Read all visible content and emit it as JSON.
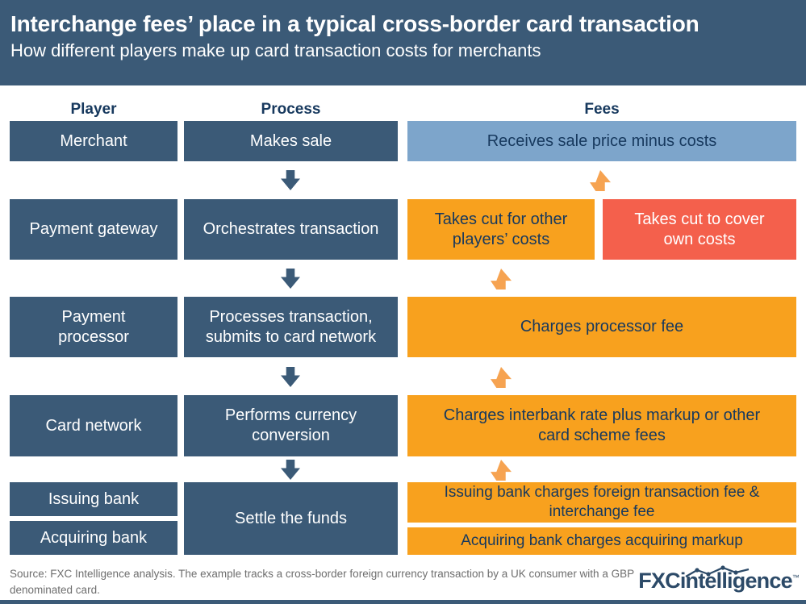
{
  "header": {
    "title": "Interchange fees’ place in a typical cross-border card transaction",
    "subtitle": "How different players make up card transaction costs for merchants"
  },
  "columns": {
    "player": "Player",
    "process": "Process",
    "fees": "Fees"
  },
  "rows": [
    {
      "player": "Merchant",
      "process": "Makes sale",
      "fee": "Receives sale price minus costs"
    },
    {
      "player": "Payment gateway",
      "process": "Orchestrates transaction",
      "fee_left": "Takes cut for other\nplayers’ costs",
      "fee_right": "Takes cut to cover\nown costs"
    },
    {
      "player": "Payment\nprocessor",
      "process": "Processes transaction,\nsubmits to card network",
      "fee": "Charges processor fee"
    },
    {
      "player": "Card network",
      "process": "Performs currency\nconversion",
      "fee": "Charges interbank rate plus markup or other\ncard scheme fees"
    },
    {
      "player_top": "Issuing bank",
      "player_bottom": "Acquiring bank",
      "process": "Settle the funds",
      "fee_top": "Issuing bank charges foreign transaction fee &\ninterchange fee",
      "fee_bottom": "Acquiring bank charges acquiring markup"
    }
  ],
  "footer": {
    "source": "Source: FXC Intelligence analysis. The example tracks a cross-border foreign currency transaction by a UK consumer with a GBP denominated card.",
    "logo_text": "FXCintelligence",
    "logo_trademark": "™"
  },
  "colors": {
    "slate": "#3B5A77",
    "navy_text": "#17395E",
    "light_blue": "#7DA5CB",
    "orange": "#F8A11E",
    "red": "#F4604C",
    "arrow_orange": "#F6A351",
    "footer_gray": "#6E6E6E",
    "logo_navy": "#2C4A68"
  }
}
